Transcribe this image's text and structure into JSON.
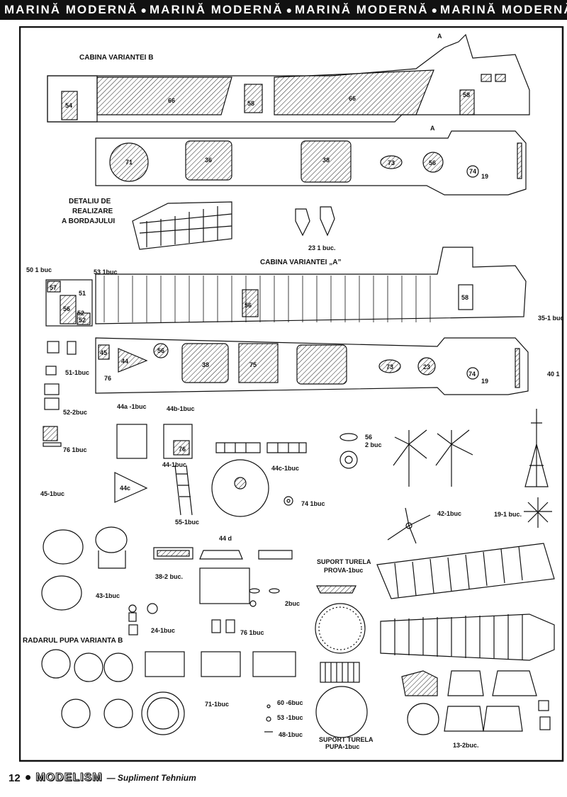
{
  "banner": {
    "text": "MARINĂ MODERNĂ"
  },
  "footer": {
    "page": "12",
    "brand": "MODELISM",
    "subtitle": "— Supliment Tehnium"
  },
  "labels": {
    "cabin_b": "CABINA VARIANTEI B",
    "cabin_a": "CABINA VARIANTEI „A”",
    "detail_1": "DETALIU DE",
    "detail_2": "REALIZARE",
    "detail_3": "A BORDAJULUI",
    "section_a_top": "A",
    "section_a_mid": "A",
    "p23": "23 1 buc.",
    "p50": "50 1 buc",
    "p53": "53 1buc",
    "p35": "35-1 buc",
    "p40": "40 1",
    "p51": "51-1buc",
    "p52": "52-2buc",
    "p44a": "44a -1buc",
    "p44b": "44b-1buc",
    "p76a": "76 1buc",
    "p44": "44-1buc",
    "p44c": "44c-1buc",
    "p56": "56",
    "p56b": "2 buc",
    "p45": "45-1buc",
    "p55": "55-1buc",
    "p74": "74 1buc",
    "p42": "42-1buc",
    "p19": "19-1 buc.",
    "p44d": "44 d",
    "p43": "43-1buc",
    "p38": "38-2 buc.",
    "p2buc": "2buc",
    "suport_prova_1": "SUPORT TURELA",
    "suport_prova_2": "PROVA-1buc",
    "p24": "24-1buc",
    "p76b": "76 1buc",
    "radar": "RADARUL PUPA VARIANTA B",
    "p71": "71-1buc",
    "p60": "60 -6buc",
    "p53b": "53 -1buc",
    "p48": "48-1buc",
    "suport_pupa_1": "SUPORT TURELA",
    "suport_pupa_2": "PUPA-1buc",
    "p13": "13-2buc.",
    "n66a": "66",
    "n66b": "66",
    "n54": "54",
    "n58a": "58",
    "n58b": "58",
    "n71": "71",
    "n36": "36",
    "n38": "38",
    "n73": "73",
    "n56": "56",
    "n74": "74",
    "n19": "19",
    "n57": "57",
    "n56c": "56",
    "n51": "51",
    "n52": "52",
    "n52b": "52",
    "n56d": "56",
    "n58c": "58",
    "n45": "45",
    "n44": "44",
    "n76": "76",
    "n56e": "56",
    "n38b": "38",
    "n75": "75",
    "n73b": "73",
    "n23": "23",
    "n74b": "74",
    "n19b": "19",
    "n44c": "44c",
    "n76c": "76"
  }
}
